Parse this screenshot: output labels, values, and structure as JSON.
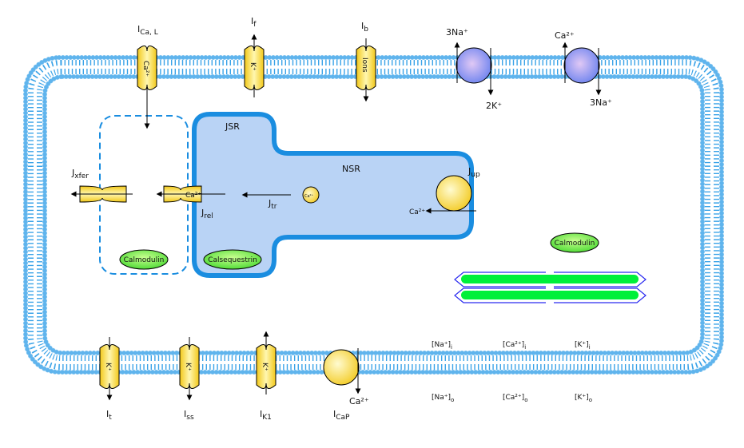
{
  "labels": {
    "ical": "I",
    "ical_sub": "Ca, L",
    "if": "I",
    "if_sub": "f",
    "ib": "I",
    "ib_sub": "b",
    "it": "I",
    "it_sub": "t",
    "iss": "I",
    "iss_sub": "ss",
    "ik1": "I",
    "ik1_sub": "K1",
    "icap": "I",
    "icap_sub": "CaP",
    "jxfer": "J",
    "jxfer_sub": "xfer",
    "jrel": "J",
    "jrel_sub": "rel",
    "jtr": "J",
    "jtr_sub": "tr",
    "jup": "J",
    "jup_sub": "up",
    "jsr": "JSR",
    "nsr": "NSR",
    "calmodulin": "Calmodulin",
    "calsequestrin": "Calsequestrin",
    "nak_3na": "3Na⁺",
    "nak_2k": "2K⁺",
    "ncx_ca": "Ca²⁺",
    "ncx_3na": "3Na⁺",
    "cap_ca": "Ca²⁺",
    "serca_ca": "Ca²⁺",
    "rel_ca": "Ca²⁺",
    "small_ca": "Ca²⁺"
  },
  "channels": {
    "ical": "Ca²⁺",
    "if": "K⁺",
    "ib": "Ions",
    "it": "K⁺",
    "iss": "K⁺",
    "ik1": "K⁺"
  },
  "concentrations": {
    "na_i": "[Na⁺]",
    "na_i_sub": "i",
    "ca_i": "[Ca²⁺]",
    "ca_i_sub": "i",
    "k_i": "[K⁺]",
    "k_i_sub": "i",
    "na_o": "[Na⁺]",
    "na_o_sub": "o",
    "ca_o": "[Ca²⁺]",
    "ca_o_sub": "o",
    "k_o": "[K⁺]",
    "k_o_sub": "o"
  },
  "colors": {
    "membrane": "#3aa3e8",
    "sr_fill": "#b9d3f5",
    "sr_stroke": "#1a8de0",
    "channel": "#f7d627",
    "pump_blue": "#7f8ff0",
    "protein_green": "#5fe04a",
    "myofilament": "#00f03a"
  }
}
